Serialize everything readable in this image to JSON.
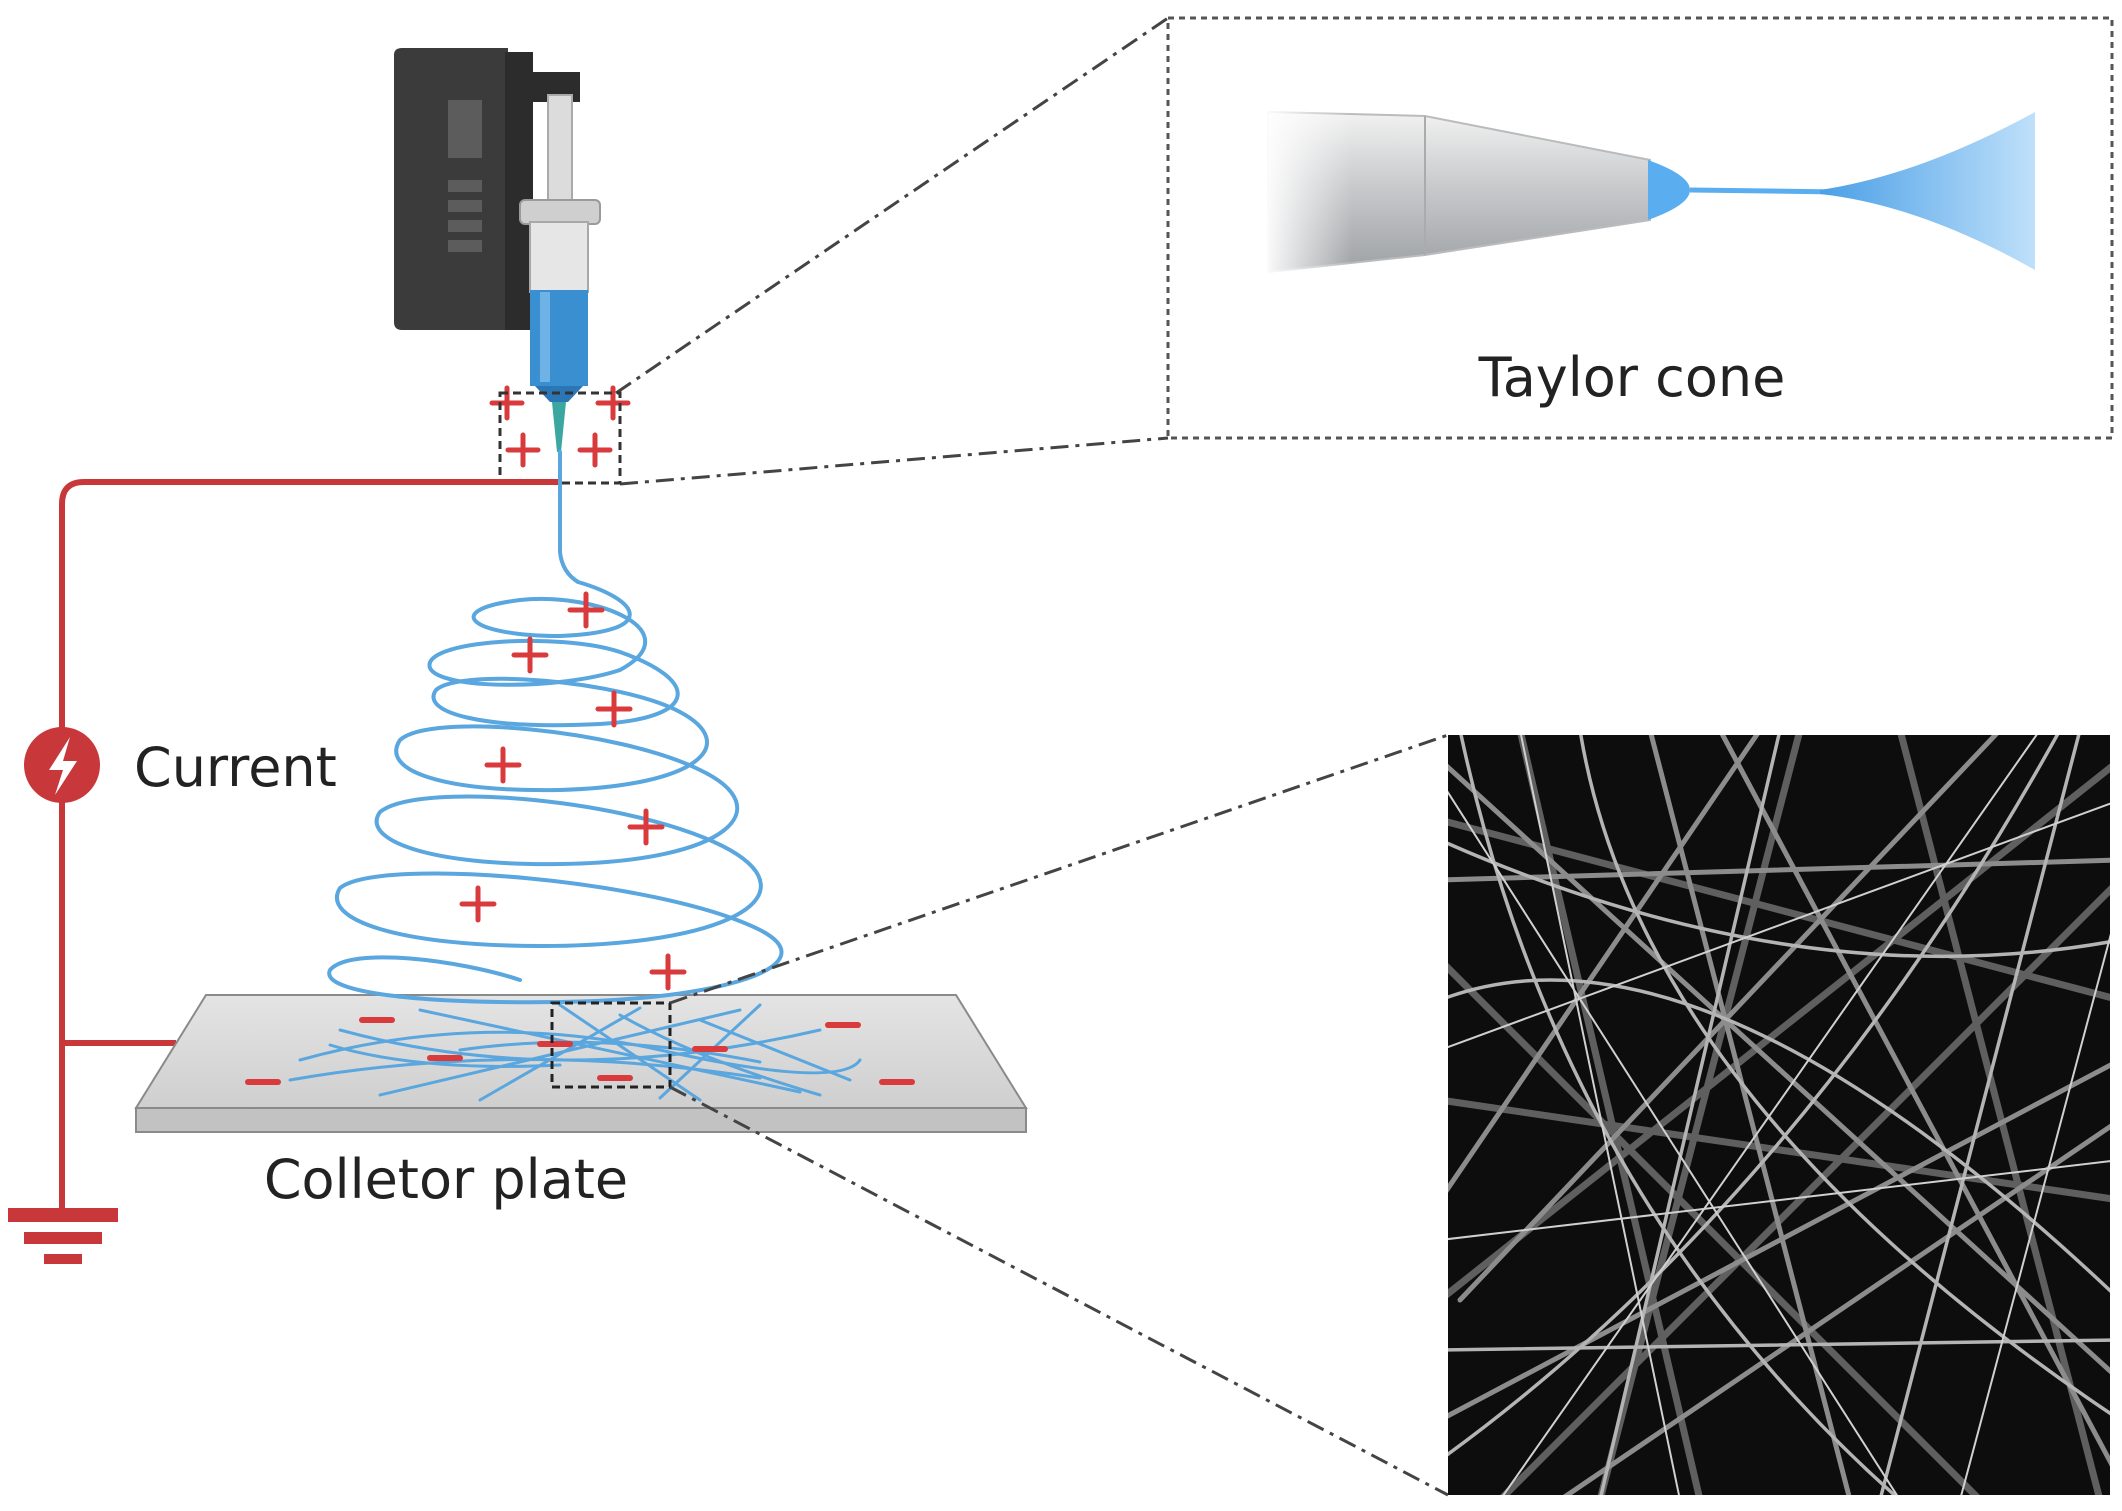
{
  "labels": {
    "taylor_cone": "Taylor cone",
    "current": "Current",
    "collector_plate": "Colletor plate"
  },
  "colors": {
    "wire": "#c8383b",
    "charge": "#d93a3c",
    "fiber": "#5aa6de",
    "syringe_pump": "#3b3b3b",
    "plate": "#d6d6d6",
    "fiber_mat_bg": "#0d0d0d",
    "dash": "#444444"
  },
  "icons": {
    "power_source": "lightning-bolt-icon",
    "ground": "ground-symbol-icon"
  }
}
